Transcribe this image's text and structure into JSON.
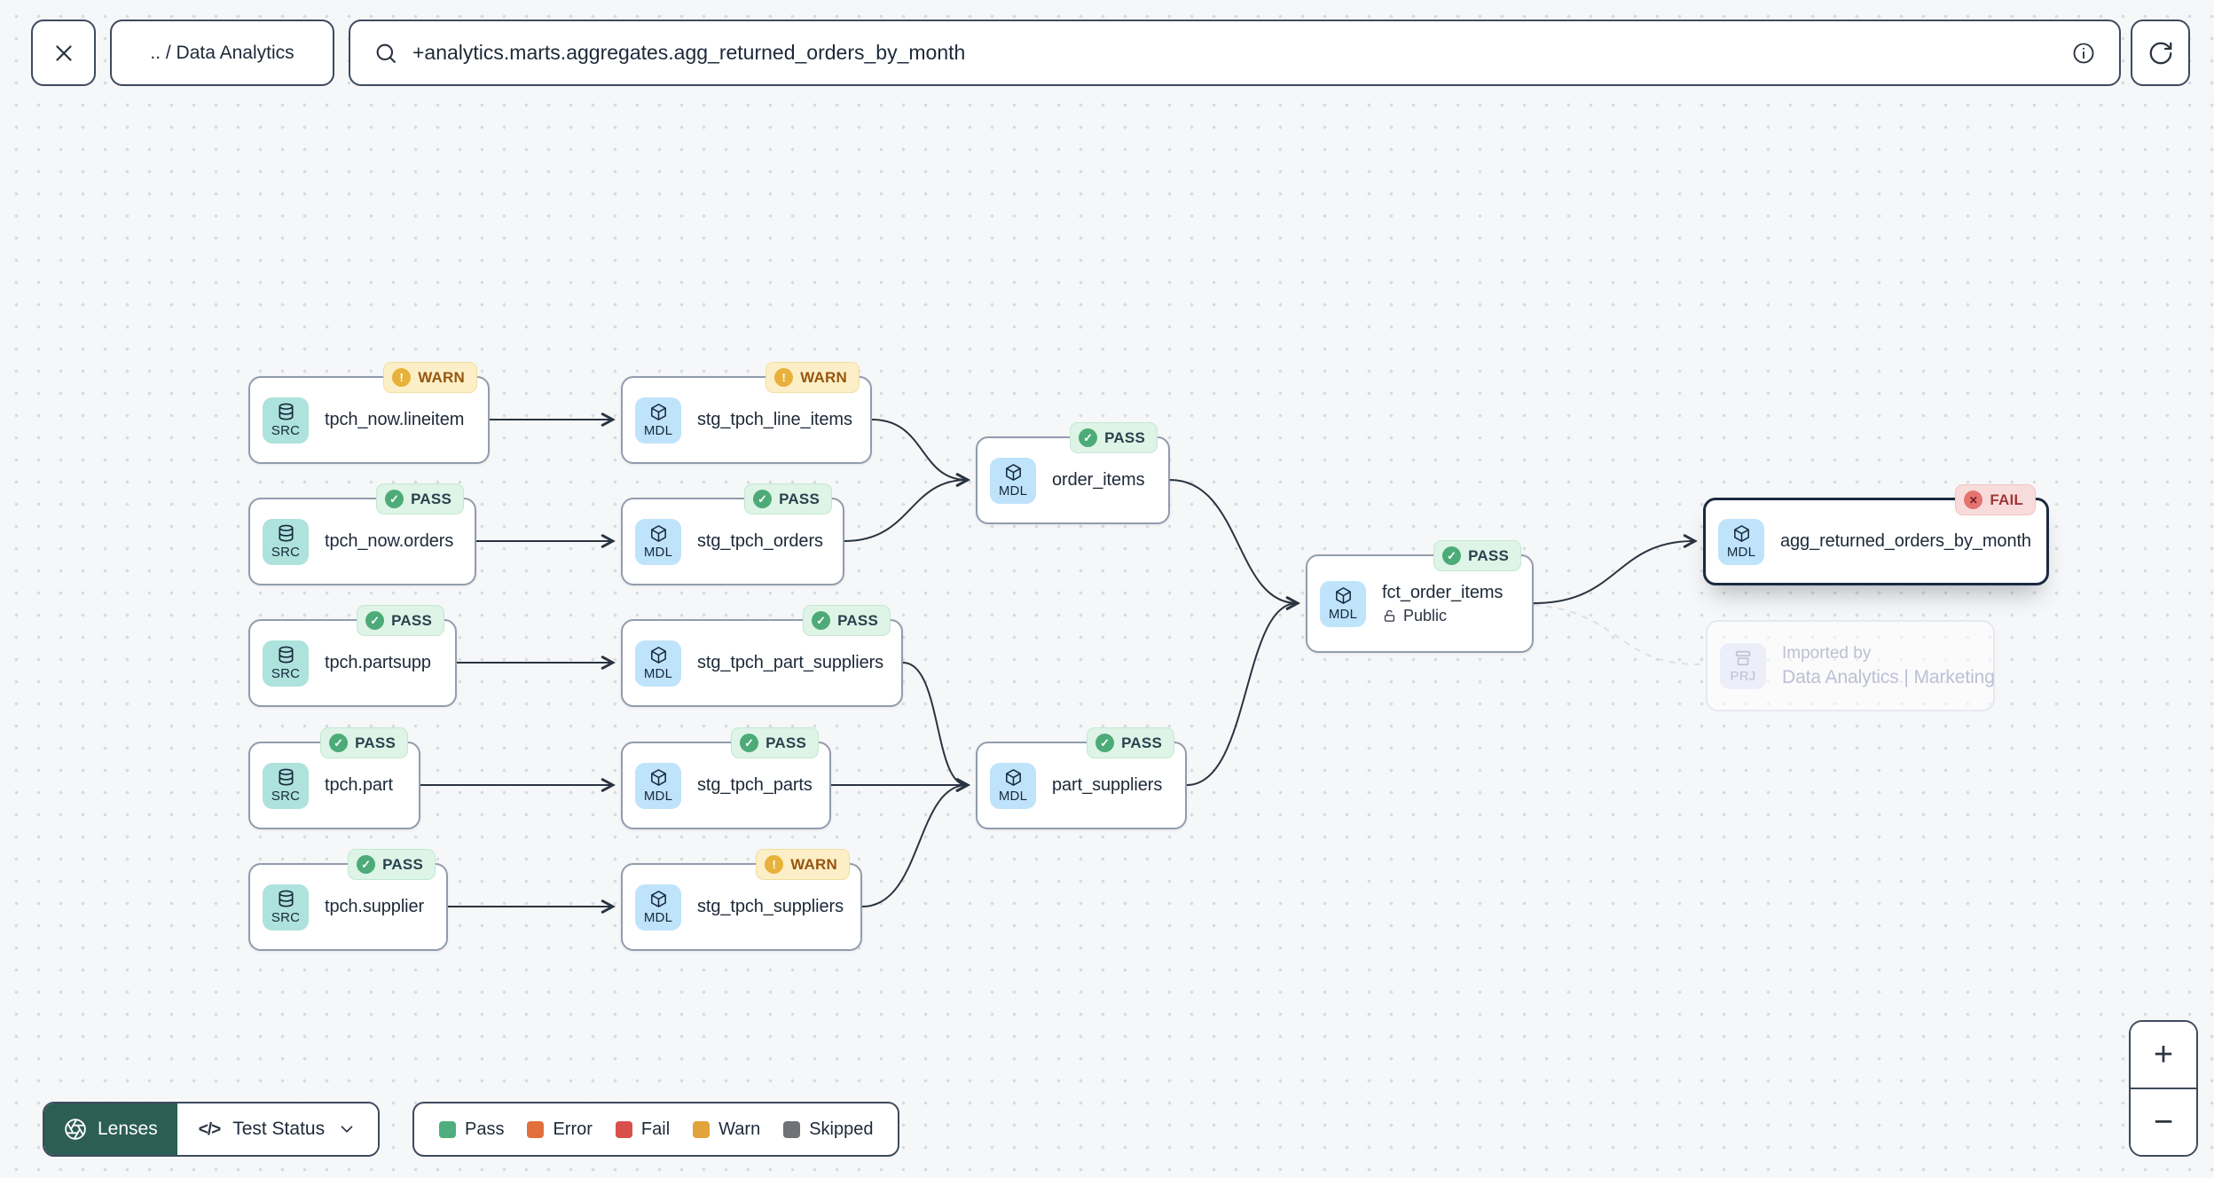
{
  "toolbar": {
    "breadcrumb": ".. / Data Analytics",
    "search_value": "+analytics.marts.aggregates.agg_returned_orders_by_month"
  },
  "canvas": {
    "nodes": [
      {
        "id": "tpch_now.lineitem",
        "type": "SRC",
        "label": "tpch_now.lineitem",
        "status": "WARN"
      },
      {
        "id": "stg_tpch_line_items",
        "type": "MDL",
        "label": "stg_tpch_line_items",
        "status": "WARN"
      },
      {
        "id": "tpch_now.orders",
        "type": "SRC",
        "label": "tpch_now.orders",
        "status": "PASS"
      },
      {
        "id": "stg_tpch_orders",
        "type": "MDL",
        "label": "stg_tpch_orders",
        "status": "PASS"
      },
      {
        "id": "order_items",
        "type": "MDL",
        "label": "order_items",
        "status": "PASS"
      },
      {
        "id": "tpch.partsupp",
        "type": "SRC",
        "label": "tpch.partsupp",
        "status": "PASS"
      },
      {
        "id": "stg_tpch_part_suppliers",
        "type": "MDL",
        "label": "stg_tpch_part_suppliers",
        "status": "PASS"
      },
      {
        "id": "tpch.part",
        "type": "SRC",
        "label": "tpch.part",
        "status": "PASS"
      },
      {
        "id": "stg_tpch_parts",
        "type": "MDL",
        "label": "stg_tpch_parts",
        "status": "PASS"
      },
      {
        "id": "part_suppliers",
        "type": "MDL",
        "label": "part_suppliers",
        "status": "PASS"
      },
      {
        "id": "tpch.supplier",
        "type": "SRC",
        "label": "tpch.supplier",
        "status": "PASS"
      },
      {
        "id": "stg_tpch_suppliers",
        "type": "MDL",
        "label": "stg_tpch_suppliers",
        "status": "WARN"
      },
      {
        "id": "fct_order_items",
        "type": "MDL",
        "label": "fct_order_items",
        "status": "PASS",
        "sublabel": "Public"
      },
      {
        "id": "agg_returned_orders_by_month",
        "type": "MDL",
        "label": "agg_returned_orders_by_month",
        "status": "FAIL",
        "selected": true
      },
      {
        "id": "imported_project",
        "type": "PRJ",
        "kicker": "Imported by",
        "label": "Data Analytics | Marketing",
        "faded": true
      }
    ],
    "edges": [
      {
        "from": "tpch_now.lineitem",
        "to": "stg_tpch_line_items"
      },
      {
        "from": "tpch_now.orders",
        "to": "stg_tpch_orders"
      },
      {
        "from": "tpch.partsupp",
        "to": "stg_tpch_part_suppliers"
      },
      {
        "from": "tpch.part",
        "to": "stg_tpch_parts"
      },
      {
        "from": "tpch.supplier",
        "to": "stg_tpch_suppliers"
      },
      {
        "from": "stg_tpch_line_items",
        "to": "order_items"
      },
      {
        "from": "stg_tpch_orders",
        "to": "order_items"
      },
      {
        "from": "stg_tpch_part_suppliers",
        "to": "part_suppliers"
      },
      {
        "from": "stg_tpch_parts",
        "to": "part_suppliers"
      },
      {
        "from": "stg_tpch_suppliers",
        "to": "part_suppliers"
      },
      {
        "from": "order_items",
        "to": "fct_order_items"
      },
      {
        "from": "part_suppliers",
        "to": "fct_order_items"
      },
      {
        "from": "fct_order_items",
        "to": "agg_returned_orders_by_month"
      },
      {
        "from": "fct_order_items",
        "to": "imported_project",
        "style": "dashed"
      }
    ]
  },
  "footer": {
    "lenses_label": "Lenses",
    "lens_selector": "Test Status",
    "legend": [
      {
        "label": "Pass",
        "color": "#4fae7e"
      },
      {
        "label": "Error",
        "color": "#e2703c"
      },
      {
        "label": "Fail",
        "color": "#d94f4c"
      },
      {
        "label": "Warn",
        "color": "#e2a33a"
      },
      {
        "label": "Skipped",
        "color": "#6f7377"
      }
    ]
  },
  "zoom_controls": {
    "zoom_in": "+",
    "zoom_out": "−"
  },
  "colors": {
    "lenses_bg": "#2c5e54",
    "src_icon_bg": "#aee2dc",
    "mdl_icon_bg": "#bfe3fa",
    "pass_badge_bg": "#def4e6",
    "warn_badge_bg": "#fcefc7",
    "fail_badge_bg": "#f8dcdb"
  }
}
